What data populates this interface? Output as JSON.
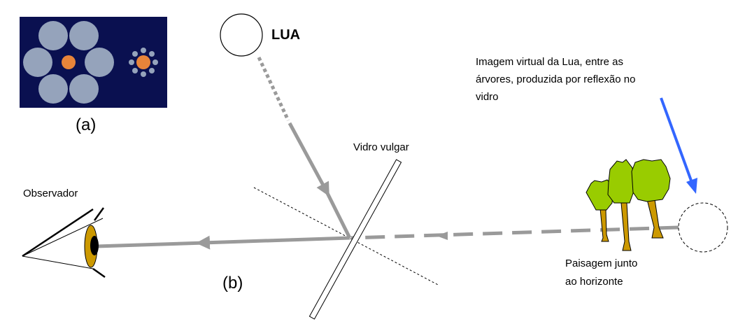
{
  "panel_a": {
    "label": "(a)",
    "colors": {
      "background": "#0a1050",
      "outer": "#95a3bb",
      "center": "#e8843a"
    }
  },
  "panel_b": {
    "label": "(b)",
    "moon_label": "LUA",
    "glass_label": "Vidro vulgar",
    "observer_label": "Observador",
    "landscape_label": [
      "Paisagem junto",
      "ao horizonte"
    ],
    "virtual_image_label": [
      "Imagem virtual da Lua, entre as",
      "árvores, produzida por reflexão no",
      "vidro"
    ],
    "colors": {
      "ray": "#9a9a9a",
      "pointer": "#3366ff",
      "foliage": "#99cc00",
      "trunk": "#cc9900"
    }
  }
}
